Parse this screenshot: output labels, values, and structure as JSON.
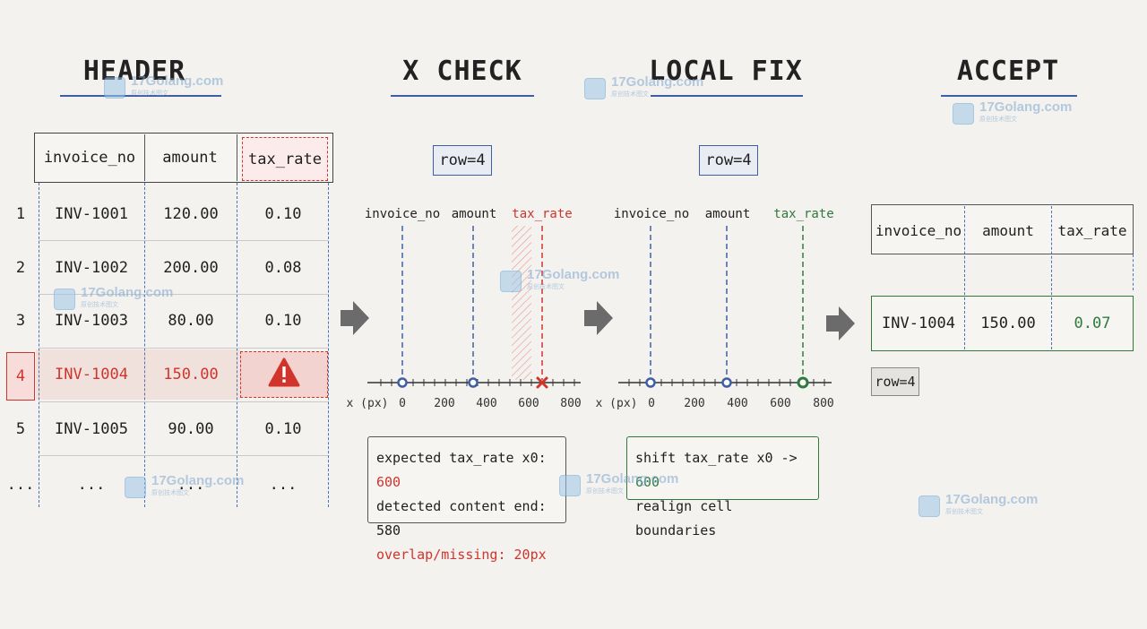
{
  "steps": {
    "header": "HEADER",
    "x_check": "X CHECK",
    "local_fix": "LOCAL FIX",
    "accept": "ACCEPT"
  },
  "table": {
    "columns": [
      "invoice_no",
      "amount",
      "tax_rate"
    ],
    "rows": [
      {
        "index": "1",
        "invoice_no": "INV-1001",
        "amount": "120.00",
        "tax_rate": "0.10"
      },
      {
        "index": "2",
        "invoice_no": "INV-1002",
        "amount": "200.00",
        "tax_rate": "0.08"
      },
      {
        "index": "3",
        "invoice_no": "INV-1003",
        "amount": "80.00",
        "tax_rate": "0.10"
      },
      {
        "index": "4",
        "invoice_no": "INV-1004",
        "amount": "150.00",
        "tax_rate": ""
      },
      {
        "index": "5",
        "invoice_no": "INV-1005",
        "amount": "90.00",
        "tax_rate": "0.10"
      },
      {
        "index": "...",
        "invoice_no": "...",
        "amount": "...",
        "tax_rate": "..."
      }
    ],
    "error_row": "4",
    "warning_icon": "warning-icon",
    "colors": {
      "error": "#d0342c",
      "ok": "#2f7a3a",
      "guide": "#3f5fa5"
    }
  },
  "x_check": {
    "row_tag": "row=4",
    "col_labels": [
      "invoice_no",
      "amount",
      "tax_rate"
    ],
    "axis_label": "x (px)",
    "ticks": [
      "0",
      "200",
      "400",
      "600",
      "800"
    ],
    "notes": {
      "line1": "expected tax_rate x0: ",
      "line1_value": "600",
      "line2": "detected content end: 580",
      "line3": "overlap/missing: 20px"
    }
  },
  "local_fix": {
    "row_tag": "row=4",
    "col_labels": [
      "invoice_no",
      "amount",
      "tax_rate"
    ],
    "axis_label": "x (px)",
    "ticks": [
      "0",
      "200",
      "400",
      "600",
      "800"
    ],
    "notes": {
      "line1": "shift tax_rate x0 -> ",
      "line1_value": "600",
      "line2": "realign cell boundaries"
    }
  },
  "accept": {
    "columns": [
      "invoice_no",
      "amount",
      "tax_rate"
    ],
    "row": {
      "invoice_no": "INV-1004",
      "amount": "150.00",
      "tax_rate": "0.07"
    },
    "row_tag": "row=4"
  },
  "watermark": {
    "brand": "17Golang.com",
    "sub": "原创技术图文"
  }
}
